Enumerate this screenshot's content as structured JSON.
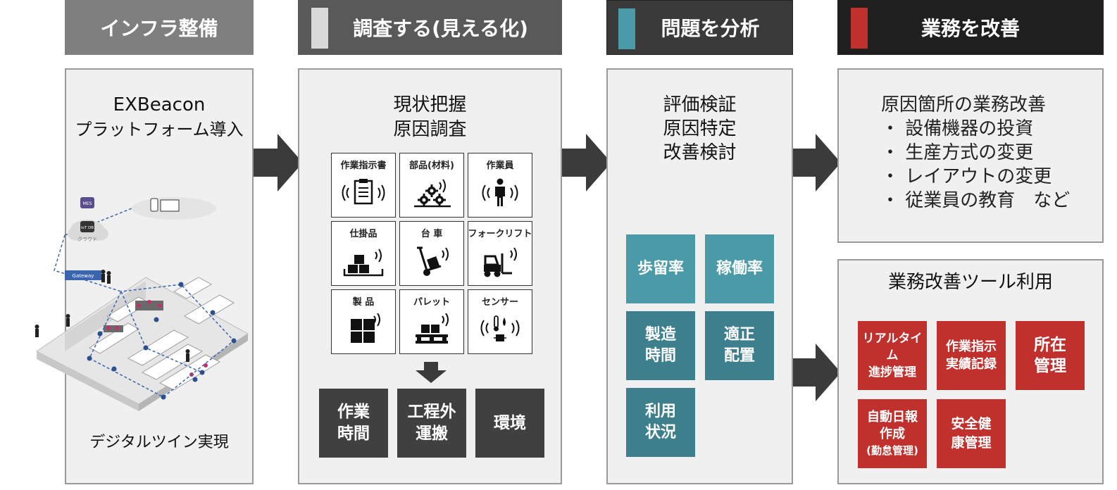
{
  "headers": {
    "infra": "インフラ整備",
    "survey": "調査する(見える化)",
    "analyze": "問題を分析",
    "improve": "業務を改善"
  },
  "colors": {
    "infra_header": "#7f7f7f",
    "survey_header": "#595959",
    "analyze_header": "#3a3a3a",
    "improve_header": "#1f1f1f",
    "survey_marker": "#d9d9d9",
    "analyze_marker": "#4b9aa8",
    "improve_marker": "#c0302c",
    "teal_light": "#4b9aa8",
    "teal_dark": "#3d7f8c",
    "red": "#c0302c",
    "dark_box": "#404040"
  },
  "infra_panel": {
    "title_line1": "EXBeacon",
    "title_line2": "プラットフォーム導入",
    "footer": "デジタルツイン実現",
    "illustration": {
      "mes": "MES",
      "iotdb": "IoT DB",
      "cloud": "クラウド",
      "gateway": "Gateway"
    }
  },
  "survey_panel": {
    "title_line1": "現状把握",
    "title_line2": "原因調査",
    "tiles": [
      {
        "label": "作業指示書",
        "icon": "clipboard-beacon-icon"
      },
      {
        "label": "部品(材料)",
        "icon": "gears-beacon-icon"
      },
      {
        "label": "作業員",
        "icon": "worker-beacon-icon"
      },
      {
        "label": "仕掛品",
        "icon": "wip-boxes-icon"
      },
      {
        "label": "台 車",
        "icon": "hand-cart-icon"
      },
      {
        "label": "フォークリフト",
        "icon": "forklift-icon"
      },
      {
        "label": "製 品",
        "icon": "product-grid-icon"
      },
      {
        "label": "パレット",
        "icon": "pallet-icon"
      },
      {
        "label": "センサー",
        "icon": "sensor-icon"
      }
    ],
    "results": [
      {
        "l1": "作業",
        "l2": "時間"
      },
      {
        "l1": "工程外",
        "l2": "運搬"
      },
      {
        "l1": "環境",
        "l2": ""
      }
    ]
  },
  "analyze_panel": {
    "line1": "評価検証",
    "line2": "原因特定",
    "line3": "改善検討",
    "metrics": [
      {
        "l1": "歩留率",
        "l2": ""
      },
      {
        "l1": "稼働率",
        "l2": ""
      },
      {
        "l1": "製造",
        "l2": "時間"
      },
      {
        "l1": "適正",
        "l2": "配置"
      },
      {
        "l1": "利用",
        "l2": "状況"
      }
    ]
  },
  "improve_panel": {
    "title": "原因箇所の業務改善",
    "items": [
      "・ 設備機器の投資",
      "・ 生産方式の変更",
      "・ レイアウトの変更",
      "・ 従業員の教育　など"
    ]
  },
  "tools_panel": {
    "title": "業務改善ツール利用",
    "tools": [
      {
        "l1": "リアルタイム",
        "l2": "進捗管理",
        "l3": ""
      },
      {
        "l1": "作業指示",
        "l2": "実績記録",
        "l3": ""
      },
      {
        "l1": "所在",
        "l2": "管理",
        "l3": ""
      },
      {
        "l1": "自動日報",
        "l2": "作成",
        "l3": "(勤怠管理)"
      },
      {
        "l1": "安全健",
        "l2": "康管理",
        "l3": ""
      }
    ]
  }
}
